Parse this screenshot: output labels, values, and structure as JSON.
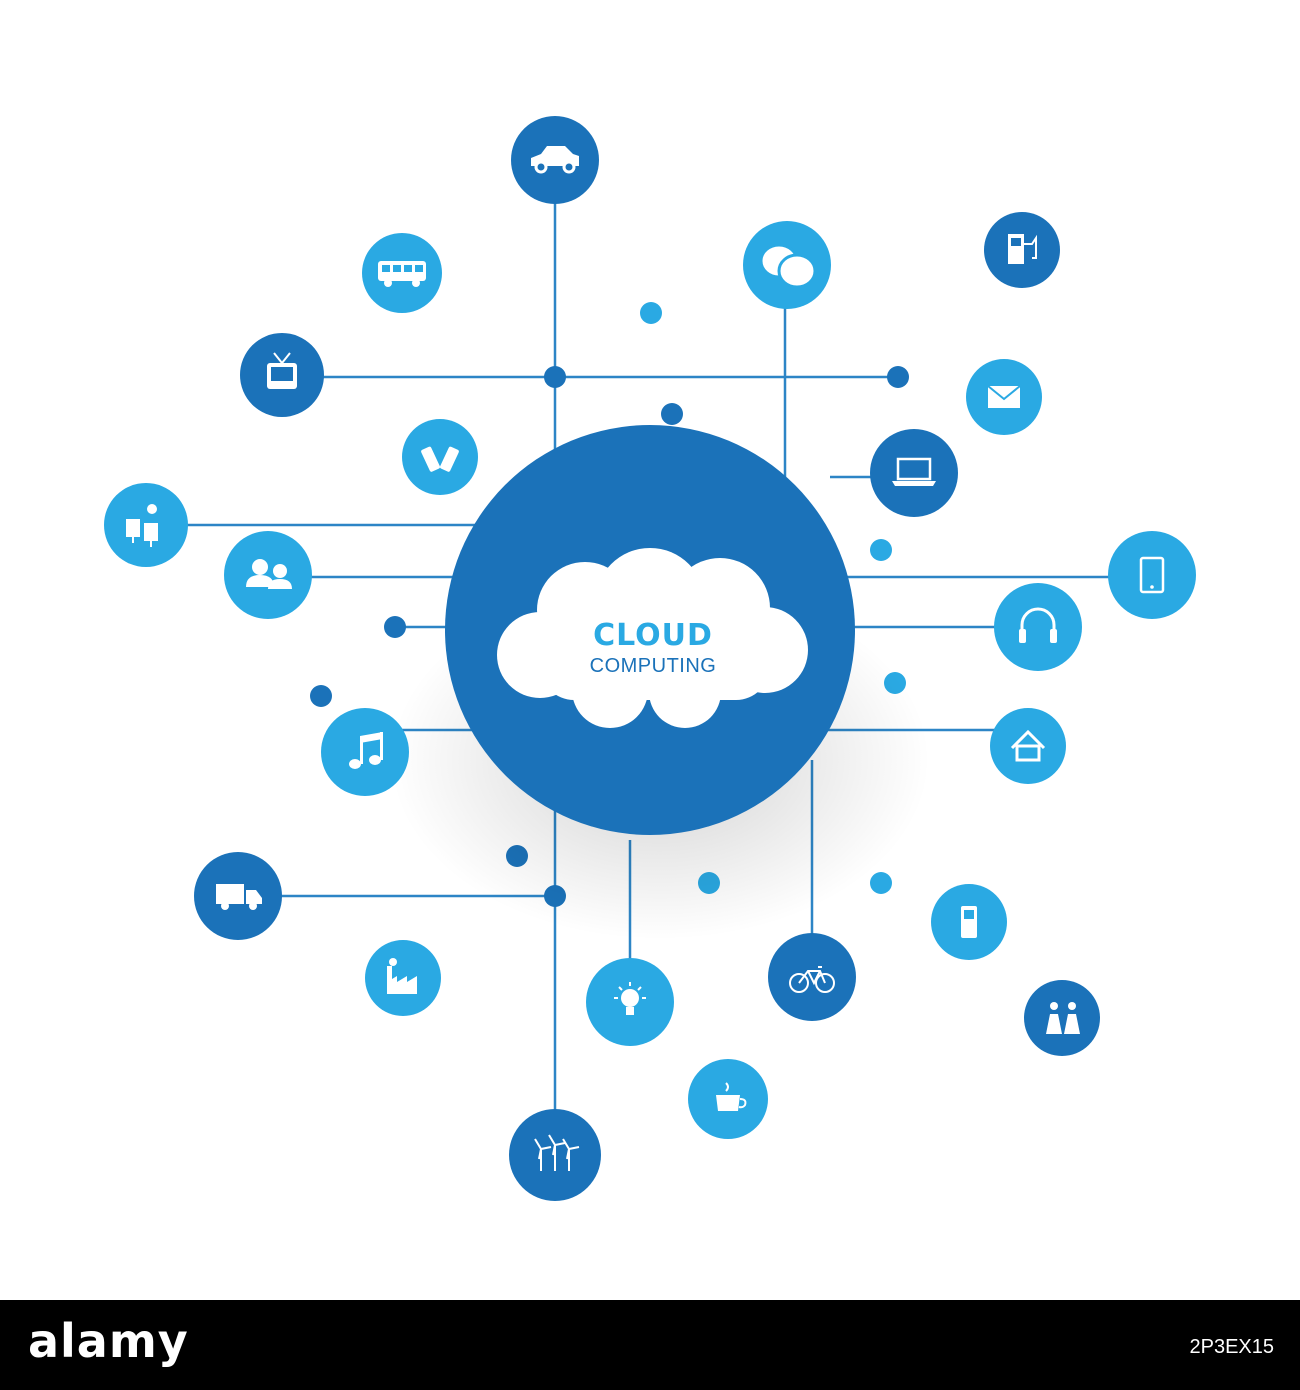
{
  "diagram": {
    "title": "CLOUD",
    "subtitle": "COMPUTING",
    "colors": {
      "dark_blue": "#1b72b9",
      "light_blue": "#2aa9e3",
      "line": "#2d85c6",
      "white": "#ffffff"
    },
    "nodes": [
      {
        "icon": "car-icon",
        "tone": "dark"
      },
      {
        "icon": "bus-icon",
        "tone": "light"
      },
      {
        "icon": "chat-bubbles-icon",
        "tone": "light"
      },
      {
        "icon": "fuel-station-icon",
        "tone": "dark"
      },
      {
        "icon": "tv-icon",
        "tone": "dark"
      },
      {
        "icon": "mail-icon",
        "tone": "light"
      },
      {
        "icon": "mobile-phones-icon",
        "tone": "light"
      },
      {
        "icon": "laptop-icon",
        "tone": "dark"
      },
      {
        "icon": "solar-panel-icon",
        "tone": "light"
      },
      {
        "icon": "tablet-icon",
        "tone": "light"
      },
      {
        "icon": "users-icon",
        "tone": "light"
      },
      {
        "icon": "headphones-icon",
        "tone": "light"
      },
      {
        "icon": "music-note-icon",
        "tone": "light"
      },
      {
        "icon": "home-icon",
        "tone": "light"
      },
      {
        "icon": "truck-icon",
        "tone": "dark"
      },
      {
        "icon": "cell-phone-icon",
        "tone": "light"
      },
      {
        "icon": "factory-icon",
        "tone": "light"
      },
      {
        "icon": "light-bulb-icon",
        "tone": "light"
      },
      {
        "icon": "bicycle-icon",
        "tone": "dark"
      },
      {
        "icon": "power-plant-icon",
        "tone": "dark"
      },
      {
        "icon": "coffee-cup-icon",
        "tone": "light"
      },
      {
        "icon": "wind-turbines-icon",
        "tone": "dark"
      }
    ]
  },
  "footer": {
    "logo": "alamy",
    "image_id": "2P3EX15"
  }
}
